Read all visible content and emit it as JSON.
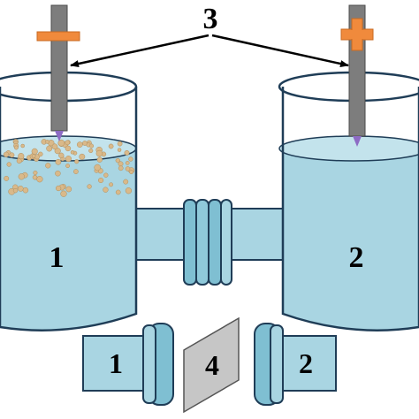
{
  "labels": {
    "cell_left": "1",
    "cell_right": "2",
    "electrodes": "3",
    "membrane": "4",
    "flange_left": "1",
    "flange_right": "2"
  },
  "signs": {
    "left": "minus",
    "right": "plus"
  },
  "colors": {
    "liquid": "#a9d5e2",
    "liquid_dark": "#7fbfd2",
    "outline": "#1f3d57",
    "electrode": "#7d7d7d",
    "sign": "#f08a3c",
    "tip": "#8d6bc4",
    "particle": "#d9b98a",
    "membrane": "#c6c6c6"
  }
}
